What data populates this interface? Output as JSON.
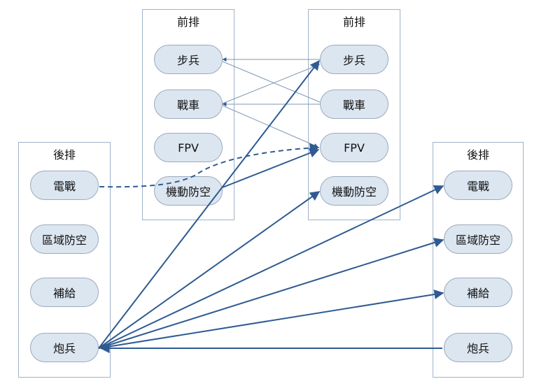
{
  "groups": {
    "front_left": {
      "title": "前排",
      "nodes": [
        "步兵",
        "戰車",
        "FPV",
        "機動防空"
      ]
    },
    "front_right": {
      "title": "前排",
      "nodes": [
        "步兵",
        "戰車",
        "FPV",
        "機動防空"
      ]
    },
    "rear_left": {
      "title": "後排",
      "nodes": [
        "電戰",
        "區域防空",
        "補給",
        "炮兵"
      ]
    },
    "rear_right": {
      "title": "後排",
      "nodes": [
        "電戰",
        "區域防空",
        "補給",
        "炮兵"
      ]
    }
  },
  "colors": {
    "strong_edge": "#2f5b92",
    "thin_edge": "#7f97b3",
    "node_fill": "#dce6f1",
    "border": "#9fb3c8"
  }
}
